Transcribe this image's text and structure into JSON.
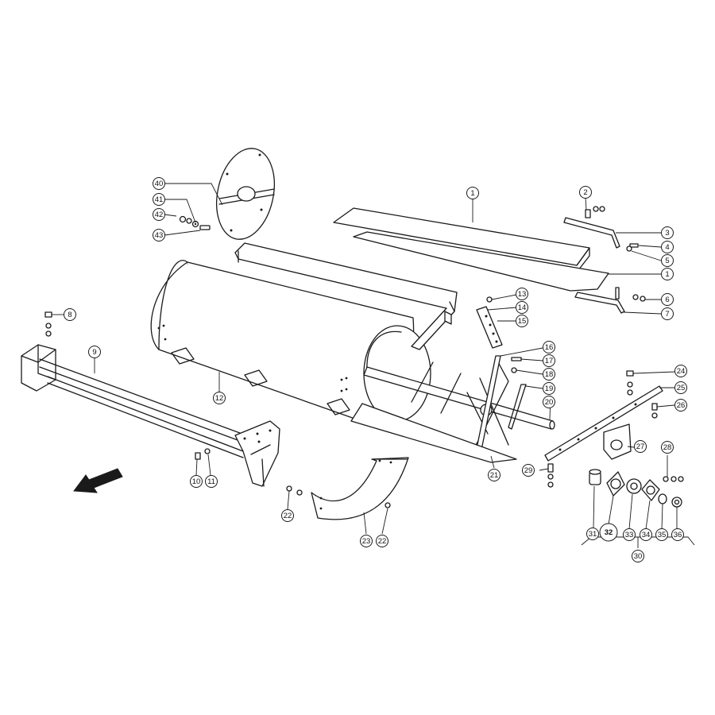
{
  "colors": {
    "line": "#1a1a1a",
    "background": "#ffffff",
    "highlight": "#e31b23",
    "highlight_text": "#ffffff"
  },
  "icons": {
    "direction_arrow": "arrow-left-down-icon"
  },
  "highlighted_callout": "32",
  "callouts": [
    {
      "label": "1"
    },
    {
      "label": "1"
    },
    {
      "label": "2"
    },
    {
      "label": "3"
    },
    {
      "label": "4"
    },
    {
      "label": "5"
    },
    {
      "label": "6"
    },
    {
      "label": "7"
    },
    {
      "label": "8"
    },
    {
      "label": "9"
    },
    {
      "label": "10"
    },
    {
      "label": "11"
    },
    {
      "label": "12"
    },
    {
      "label": "13"
    },
    {
      "label": "14"
    },
    {
      "label": "15"
    },
    {
      "label": "16"
    },
    {
      "label": "17"
    },
    {
      "label": "18"
    },
    {
      "label": "19"
    },
    {
      "label": "20"
    },
    {
      "label": "21"
    },
    {
      "label": "22"
    },
    {
      "label": "22"
    },
    {
      "label": "23"
    },
    {
      "label": "24"
    },
    {
      "label": "25"
    },
    {
      "label": "26"
    },
    {
      "label": "27"
    },
    {
      "label": "28"
    },
    {
      "label": "29"
    },
    {
      "label": "30"
    },
    {
      "label": "31"
    },
    {
      "label": "32"
    },
    {
      "label": "33"
    },
    {
      "label": "34"
    },
    {
      "label": "35"
    },
    {
      "label": "36"
    },
    {
      "label": "40"
    },
    {
      "label": "41"
    },
    {
      "label": "42"
    },
    {
      "label": "43"
    }
  ]
}
